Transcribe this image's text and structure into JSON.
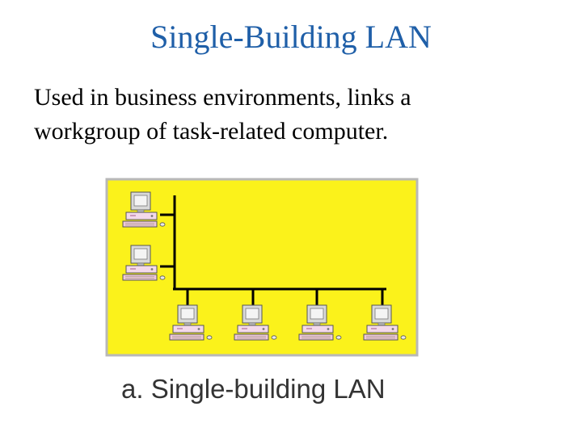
{
  "slide": {
    "title": "Single-Building LAN",
    "body_lines": [
      "Used in business environments, links a",
      "workgroup of task-related computer."
    ]
  },
  "figure": {
    "caption": "a. Single-building LAN",
    "background_color": "#fbf21b",
    "workstation_icon": "desktop-computer-icon"
  }
}
